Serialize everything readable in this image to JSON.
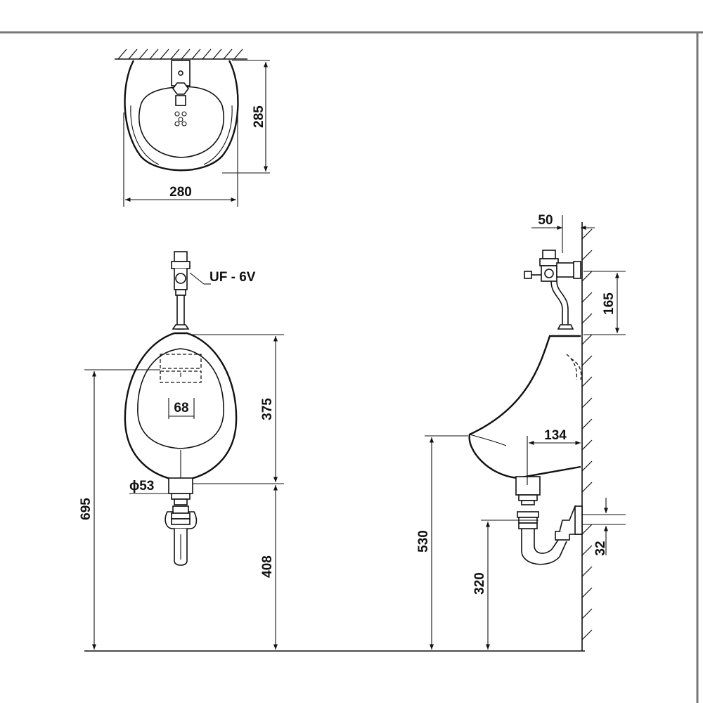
{
  "top_view": {
    "width_dim": "280",
    "depth_dim": "285"
  },
  "front_view": {
    "valve_label": "UF - 6V",
    "bowl_height_dim": "375",
    "outlet_width_dim": "68",
    "outlet_diameter_dim": "ϕ53",
    "total_height_dim": "695",
    "outlet_floor_dim": "408"
  },
  "side_view": {
    "wall_offset_dim": "50",
    "valve_height_dim": "165",
    "outlet_projection_dim": "134",
    "rim_height_dim": "530",
    "trap_height_dim": "320",
    "trap_pipe_dim": "32"
  }
}
